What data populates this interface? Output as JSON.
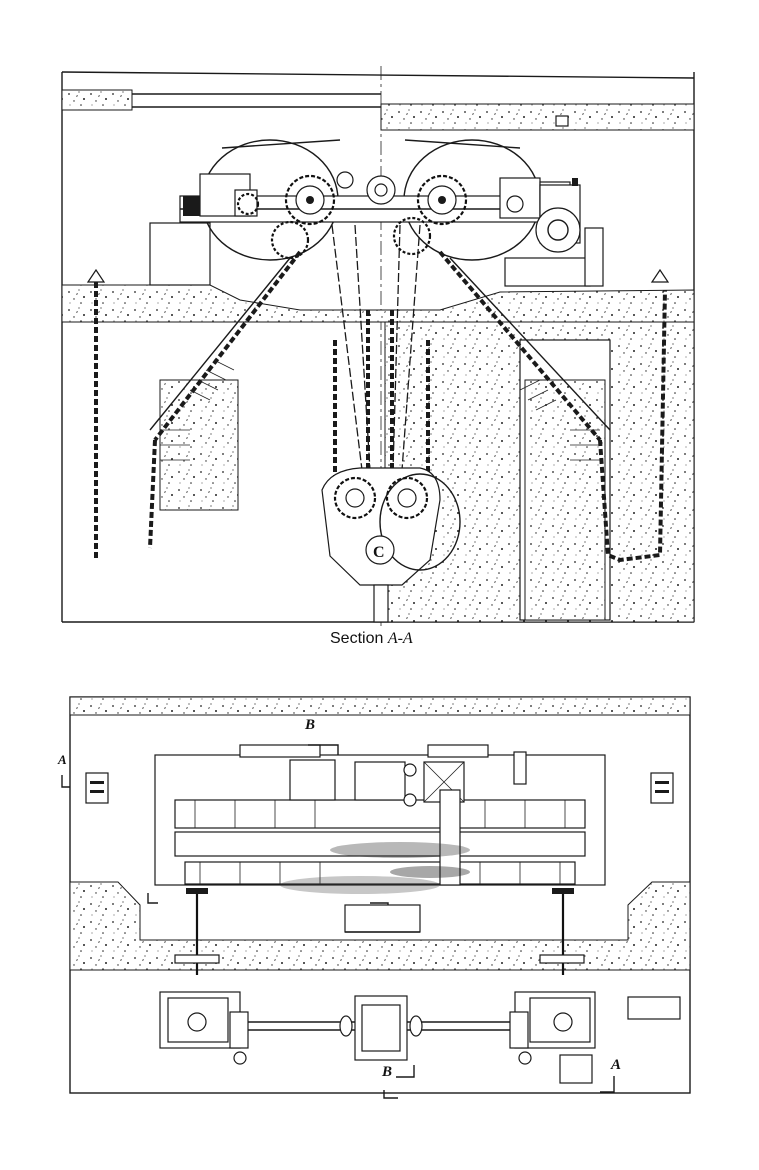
{
  "top_view": {
    "caption_prefix": "Section",
    "caption_section": "A-A"
  },
  "bottom_view": {
    "marker_b_top": "B",
    "marker_b_bottom": "B",
    "marker_a_left": "A",
    "marker_a_right": "A"
  }
}
